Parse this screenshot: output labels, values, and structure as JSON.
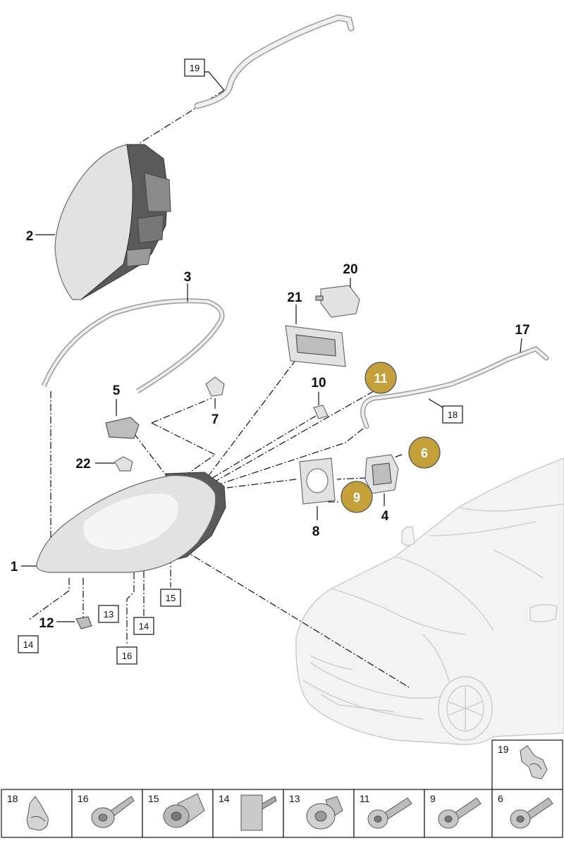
{
  "callouts": {
    "c1": "1",
    "c2": "2",
    "c3": "3",
    "c4": "4",
    "c5": "5",
    "c7": "7",
    "c8": "8",
    "c10": "10",
    "c12": "12",
    "c17": "17",
    "c20": "20",
    "c21": "21",
    "c22": "22"
  },
  "boxed": {
    "b19": "19",
    "b18": "18",
    "b13": "13",
    "b14a": "14",
    "b14b": "14",
    "b15": "15",
    "b16": "16"
  },
  "highlighted": {
    "h11": "11",
    "h6": "6",
    "h9": "9",
    "color": "#c3a03a"
  },
  "fastener_table": {
    "top": [
      {
        "label": "19"
      }
    ],
    "bottom": [
      {
        "label": "18"
      },
      {
        "label": "16"
      },
      {
        "label": "15"
      },
      {
        "label": "14"
      },
      {
        "label": "13"
      },
      {
        "label": "11"
      },
      {
        "label": "9"
      },
      {
        "label": "6"
      }
    ]
  }
}
